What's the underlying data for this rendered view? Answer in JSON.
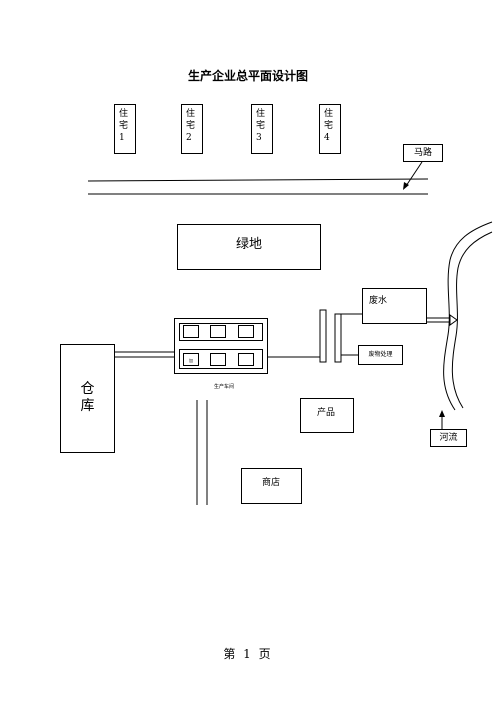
{
  "title": "生产企业总平面设计图",
  "houses": [
    {
      "name": "住",
      "sub": "宅",
      "num": "1"
    },
    {
      "name": "住",
      "sub": "宅",
      "num": "2"
    },
    {
      "name": "住",
      "sub": "宅",
      "num": "3"
    },
    {
      "name": "住",
      "sub": "宅",
      "num": "4"
    }
  ],
  "road_label": "马路",
  "greenland_label": "绿地",
  "wastewater_label": "废水",
  "waste_treatment_label": "废物处理",
  "warehouse_label_1": "仓",
  "warehouse_label_2": "库",
  "workshop_label": "生产车间",
  "workshop_cell_label": "加",
  "product_label": "产品",
  "shop_label": "商店",
  "river_label": "河流",
  "footer_label": "第 1 页"
}
